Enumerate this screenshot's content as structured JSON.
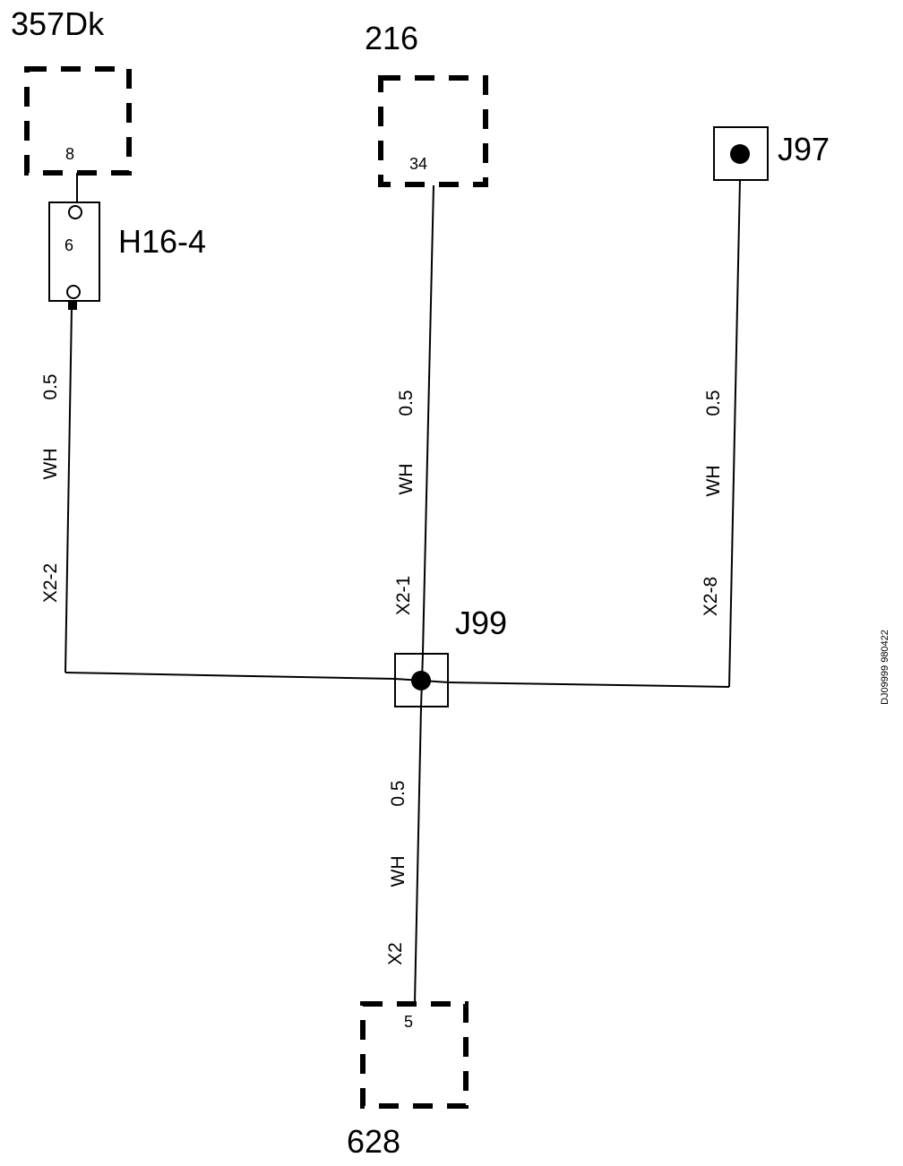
{
  "components": {
    "c357": {
      "label": "357Dk",
      "pin": "8"
    },
    "c216": {
      "label": "216",
      "pin": "34"
    },
    "c628": {
      "label": "628",
      "pin": "5"
    },
    "h16": {
      "label": "H16-4",
      "pin": "6"
    },
    "j97": {
      "label": "J97"
    },
    "j99": {
      "label": "J99"
    }
  },
  "wires": {
    "left": {
      "size": "0.5",
      "color": "WH",
      "connector": "X2-2"
    },
    "center": {
      "size": "0.5",
      "color": "WH",
      "connector": "X2-1"
    },
    "right": {
      "size": "0.5",
      "color": "WH",
      "connector": "X2-8"
    },
    "bottom": {
      "size": "0.5",
      "color": "WH",
      "connector": "X2"
    }
  },
  "document_id": "DJ09999 980422"
}
